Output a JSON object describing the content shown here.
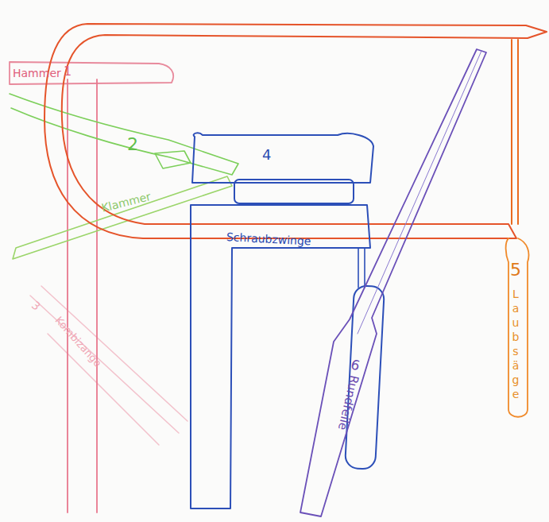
{
  "diagram": {
    "nodes": [
      {
        "text": [
          "Hammer",
          "1"
        ]
      },
      {
        "text": [
          "2",
          "Klammer"
        ]
      },
      {
        "text": [
          "4",
          "Schraubzwinge"
        ]
      },
      {
        "text": [
          "5",
          "Laubsäge"
        ]
      },
      {
        "text": [
          "6",
          "Rundfeile"
        ]
      },
      {
        "text": [
          "3",
          "Kombizange"
        ]
      }
    ]
  }
}
